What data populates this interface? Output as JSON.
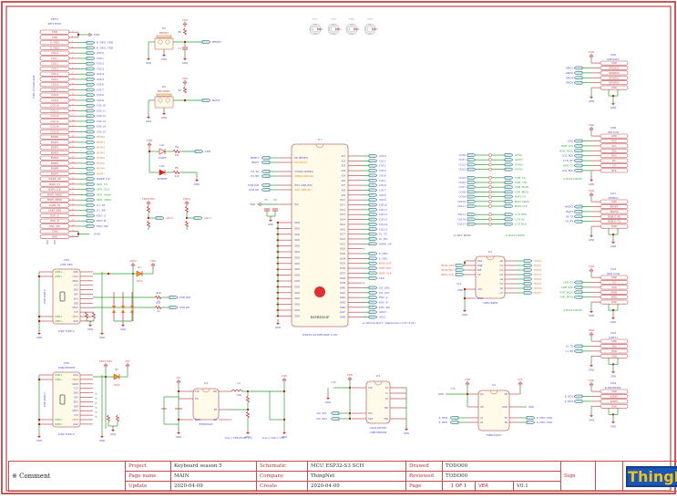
{
  "title_block": {
    "comment_label": "※ Comment",
    "project_label": "Project",
    "project_value": "Keyboard season 5",
    "page_name_label": "Page name",
    "page_name_value": "MAIN",
    "update_label": "Update",
    "update_value": "2020-04-09",
    "schematic_label": "Schematic",
    "schematic_value": "MCU ESP32-S3 SCH",
    "company_label": "Company",
    "company_value": "ThingNet",
    "create_label": "Create",
    "create_value": "2020-04-09",
    "drawed_label": "Drawed",
    "drawed_value": "TODO00",
    "reviewed_label": "Reviewed",
    "reviewed_value": "TODO00",
    "page_label": "Page",
    "page_current": "1",
    "page_of": "OF",
    "page_total": "1",
    "ver_label": "VER",
    "ver_value": "V0.1",
    "sign_label": "Sign",
    "logo_text": "ThingNet"
  },
  "fpc1": {
    "ref": "FPC1",
    "name": "KEY BUS",
    "part": "FPC-0.5MM-40P",
    "pins": [
      "VDD",
      "VDD",
      "K_NEO",
      "K_NEO",
      "COL0",
      "COL1",
      "COL2",
      "COL3",
      "COL4",
      "COL5",
      "COL6",
      "COL7",
      "COL8",
      "COL9",
      "COL10",
      "COL11",
      "COL12",
      "COL13",
      "COL14",
      "COL15",
      "ROW0",
      "ROW1",
      "ROW2",
      "ROW3",
      "ROW4",
      "ROW5",
      "ROW6",
      "ROW7",
      "WAKE_UP",
      "HSPI_CS",
      "HSPI_CLK",
      "HSPI_MOSI",
      "HSPI_MISO",
      "UART_TX",
      "UART_RXD",
      "ENC_A",
      "ENC_B",
      "ENC_SW",
      "GND",
      "GND"
    ],
    "nets": [
      "VDD",
      "",
      "K_NEO_VDD",
      "K_NEO_VDD",
      "COL0",
      "COL1",
      "COL2",
      "COL3",
      "COL4",
      "COL5",
      "COL6",
      "COL7",
      "COL8",
      "COL9",
      "COL10",
      "COL11",
      "COL12",
      "COL13",
      "COL14",
      "COL15",
      "ROW0",
      "ROW1",
      "ROW2",
      "ROW3",
      "ROW4",
      "ROW5",
      "ROW6",
      "ROW7",
      "WAKE_UP",
      "SPI1_CS",
      "SPI1_SCK",
      "SPI1_MOSI",
      "SPI1_MISO",
      "U1_TX",
      "U1_RX",
      "ENC_A",
      "ENC_B",
      "ENC_SW",
      "GND",
      ""
    ]
  },
  "buttons": [
    {
      "ref": "K1",
      "name": "RESET",
      "net": "RESET",
      "r": "R2",
      "c": "C1"
    },
    {
      "ref": "K2",
      "name": "BOOTSEL",
      "net": "BOOT",
      "r": "R3"
    }
  ],
  "leds": [
    {
      "ref": "LD1",
      "name": "STATE",
      "r": "R4",
      "rval": "220",
      "net": "LED"
    },
    {
      "ref": "LD2",
      "name": "POWER",
      "r": "R5",
      "rval": "220",
      "net": "GND"
    }
  ],
  "adc_dividers": [
    {
      "supply": "VBUS-EXT",
      "net": "ADC0"
    },
    {
      "supply": "VBUS",
      "net": "ADC1"
    }
  ],
  "mcu": {
    "ref": "U1",
    "brand": "ESPRESSIF",
    "part": "ESP32-S3-WROOM-1-N8",
    "left_nets": [
      "RESET",
      "BOOT",
      "U0_TX",
      "U0_RX",
      "USB_DM",
      "USB_DP",
      "VDD"
    ],
    "left_pins": [
      "EN (RESET)",
      "IO0 (BOOT)",
      "U0TXD (GPIO43)",
      "U0RXD (GPIO44)",
      "IO19 (USB_DM)",
      "IO20 (USB_DP)",
      "3V3"
    ],
    "right_pins": [
      "IO1",
      "IO2",
      "IO3",
      "IO4",
      "IO5",
      "IO6",
      "IO7",
      "IO8",
      "IO9",
      "IO10",
      "IO11",
      "IO12",
      "IO13",
      "IO14",
      "IO15",
      "IO16",
      "IO17",
      "IO18",
      "IO21",
      "IO26",
      "IO33",
      "IO34",
      "IO35",
      "IO36",
      "IO37",
      "IO38",
      "IO39",
      "IO40",
      "IO41",
      "IO42",
      "IO45",
      "IO46",
      "IO47",
      "IO48"
    ],
    "right_nets": [
      "COL0",
      "COL1",
      "COL2",
      "COL3",
      "COL4",
      "COL5",
      "COL6",
      "COL7",
      "COL8",
      "COL9",
      "COL10",
      "COL11",
      "COL12",
      "COL13",
      "COL14",
      "COL15",
      "U1_TX",
      "U1_RX",
      "WAKE_UP",
      "",
      "K_NEO",
      "K_NEO",
      "ROW_DAT",
      "ROW_RST",
      "ROW_CLK",
      "LED",
      "",
      "I2C_SDA",
      "I2C_SCL",
      "ENC_A",
      "ENC_B",
      "ENC_SW",
      "ADC0",
      "ADC1"
    ],
    "note": "※ ADC0 & ADC1 : Digital logic (1.0V~3.3V)"
  },
  "pin_mux": {
    "left": [
      "COL0",
      "COL1",
      "COL2",
      "COL3",
      "COL5",
      "COL6",
      "COL7",
      "COL8",
      "COL9",
      "COL10",
      "COL11",
      "COL12",
      "COL14",
      "COL15"
    ],
    "right": [
      "GPIO1",
      "GPIO2",
      "GPIO4",
      "GPIO5",
      "VSPI_CS",
      "VSPI_CLK",
      "VSPI_MOSI",
      "VSPI_MISO",
      "HSPI_CS",
      "HSPI_MOSI",
      "HSPI_CLK",
      "LCD_RES",
      "LCD_DC",
      "LCD_BLK"
    ],
    "left_note": "※ SELF MODE",
    "right_note": "※ MULTI MODE"
  },
  "shift_reg": {
    "ref": "U5",
    "part": "74HC164PW",
    "inputs": [
      "ROW_DAT",
      "ROW_RST",
      "ROW_CLK"
    ],
    "outputs": [
      "ROW0",
      "ROW1",
      "ROW2",
      "ROW3",
      "ROW4",
      "ROW5",
      "ROW6",
      "ROW7"
    ],
    "cap": "C14",
    "supply": "VDD"
  },
  "connectors": [
    {
      "ref": "CN0",
      "name": "GPIO/I2C",
      "pins": [
        "VDD",
        "GPIO/I2C",
        "GPIO/I2C",
        "GPIO/I2C",
        "GPIO/I2C",
        "GND"
      ],
      "nets": [
        "GPIO1",
        "GPIO2",
        "GPIO4",
        "GPIO5"
      ]
    },
    {
      "ref": "CN8",
      "name": "SPI LCD",
      "pins": [
        "GND",
        "VCC",
        "SCL",
        "SDA",
        "RES",
        "DC",
        "CS",
        "BLK"
      ],
      "nets": [
        "GND",
        "HSPI_SCK",
        "HSPI_MOSI",
        "LCD_RES",
        "LCD_DC",
        "HSPI_CS",
        "LCD_BLK"
      ],
      "note": "※ MULTI MODE"
    },
    {
      "ref": "CN1",
      "name": "DEBUG",
      "pins": [
        "VDD",
        "RESET",
        "BOOT0",
        "DEBUG_RX",
        "DEBUG_TX",
        "GND"
      ],
      "nets": [
        "RESET",
        "BOOT",
        "U0_TX",
        "U0_RX"
      ]
    },
    {
      "ref": "CN2",
      "name": "SPI1 CON",
      "pins": [
        "VDD",
        "CS",
        "SCK",
        "MOSI",
        "MISO",
        "GND"
      ],
      "nets": [
        "VSPI_CS",
        "VSPI_SCK",
        "VSPI_MOSI",
        "VSPI_MISO"
      ],
      "note": "※ MULTI MODE"
    },
    {
      "ref": "CN3",
      "name": "UART1",
      "pins": [
        "VDD",
        "TXD",
        "RXD",
        "GND"
      ],
      "nets": [
        "U1_TX",
        "U1_RX"
      ]
    },
    {
      "ref": "CN4",
      "name": "K-NEOPIXEL",
      "pins": [
        "VDD",
        "K-NEO",
        "K-NEO",
        "GND"
      ],
      "nets": [
        "K_NEO",
        "K_NEO"
      ]
    }
  ],
  "usb_key": {
    "ref": "CN5",
    "name": "USB_KEY",
    "type": "USB TYPE-C",
    "diode": "D1",
    "diode_part": "SS24",
    "r1": "R10",
    "r2": "R11",
    "rval": "22",
    "nets": [
      "USB_DM",
      "USB_DP"
    ],
    "supplies": [
      "VBUS",
      "VDD"
    ]
  },
  "usb_power": {
    "ref": "CN6",
    "name": "USB POWER",
    "type": "USB TYPE-C",
    "diode": "D5",
    "diode_part": "SS24",
    "supplies": [
      "VBUS-EXT",
      "VIN"
    ]
  },
  "regulator": {
    "ref": "U3",
    "part": "RT8059GJ5",
    "inductor": "L2",
    "lval": "1uH",
    "supply": "VIN",
    "out": "VDD",
    "note1": "Vout = VFB (R1/R2 + 1)",
    "note2": "Vout = VDD = 3.3V"
  },
  "eeprom": {
    "ref": "U4",
    "part": "24AA128T-I/SN",
    "desc": "16KB EEPROM",
    "cap": "C10",
    "supply": "VDD",
    "nets": [
      "I2C_SCL",
      "I2C_SDA"
    ]
  },
  "level_shifter": {
    "ref": "U2",
    "part": "TXB0102DCU",
    "cap": "C13",
    "supply": "VDD",
    "supply2": "V5V",
    "in": [
      "K_NEO",
      "K_NEO"
    ],
    "out": [
      "K_NEO_VDD",
      "K_NEO_VDD"
    ]
  },
  "mounting_holes": [
    "FH1",
    "FH2",
    "FH3",
    "FH4"
  ],
  "colors": {
    "border": "#b22222",
    "wire": "#2e9e2e",
    "pin": "#b04040",
    "net_blue": "#3b3bd0",
    "net_orange": "#e07b20",
    "net_green": "#2e9e2e",
    "chip_fill": "#fffbe8",
    "logo_bg": "#1a56b8",
    "logo_fg": "#f1c21b"
  }
}
